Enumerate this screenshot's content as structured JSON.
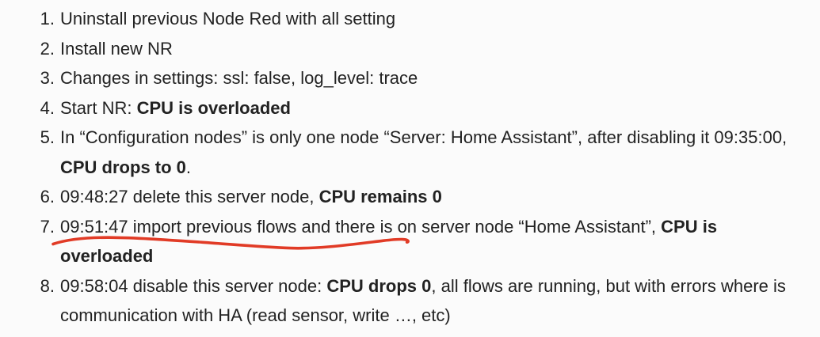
{
  "page": {
    "background_color": "#fbfbfb",
    "text_color": "#222222"
  },
  "annotation": {
    "type": "hand-drawn-squiggle-underline",
    "color": "#e13b26",
    "target_item": 7,
    "underlined_text": "09:51:47 import previous flows and there"
  },
  "list": {
    "style": "ordered",
    "items": [
      {
        "number": "1.",
        "runs": [
          {
            "text": "Uninstall previous Node Red with all setting",
            "bold": false
          }
        ]
      },
      {
        "number": "2.",
        "runs": [
          {
            "text": "Install new NR",
            "bold": false
          }
        ]
      },
      {
        "number": "3.",
        "runs": [
          {
            "text": "Changes in settings: ssl: false, log_level: trace",
            "bold": false
          }
        ]
      },
      {
        "number": "4.",
        "runs": [
          {
            "text": "Start NR: ",
            "bold": false
          },
          {
            "text": "CPU is overloaded",
            "bold": true
          }
        ]
      },
      {
        "number": "5.",
        "runs": [
          {
            "text": "In “Configuration nodes” is only one node “Server: Home Assistant”, after disabling it 09:35:00, ",
            "bold": false
          },
          {
            "text": "CPU drops to 0",
            "bold": true
          },
          {
            "text": ".",
            "bold": false
          }
        ]
      },
      {
        "number": "6.",
        "runs": [
          {
            "text": "09:48:27 delete this server node, ",
            "bold": false
          },
          {
            "text": "CPU remains 0",
            "bold": true
          }
        ]
      },
      {
        "number": "7.",
        "has_annotation": true,
        "runs": [
          {
            "text": "09:51:47 import previous flows and there is on server node “Home Assistant”, ",
            "bold": false
          },
          {
            "text": "CPU is overloaded",
            "bold": true
          }
        ]
      },
      {
        "number": "8.",
        "runs": [
          {
            "text": "09:58:04 disable this server node: ",
            "bold": false
          },
          {
            "text": "CPU drops 0",
            "bold": true
          },
          {
            "text": ", all flows are running, but with errors where is communication with HA (read sensor, write …, etc)",
            "bold": false
          }
        ]
      }
    ]
  }
}
